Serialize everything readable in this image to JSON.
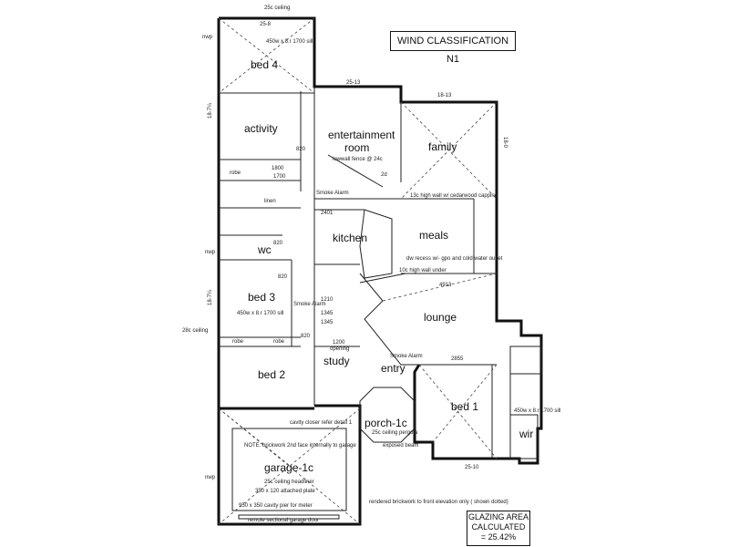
{
  "wind_classification": "WIND CLASSIFICATION N1",
  "glazing": {
    "line1": "GLAZING AREA",
    "line2": "CALCULATED",
    "line3": "= 25.42%"
  },
  "rooms": {
    "bed4": "bed 4",
    "activity": "activity",
    "entertainment_1": "entertainment",
    "entertainment_2": "room",
    "family": "family",
    "kitchen": "kitchen",
    "meals": "meals",
    "bed3": "bed 3",
    "wc": "wc",
    "lounge": "lounge",
    "study": "study",
    "entry": "entry",
    "bed2": "bed 2",
    "bed1": "bed 1",
    "porch": "porch-1c",
    "garage": "garage-1c",
    "wir": "wir"
  },
  "dimensions": {
    "top_bed4": "25-8",
    "ceiling_top": "25c ceiling",
    "ent_top": "25-13",
    "family_top": "18-13",
    "right_side": "18-0",
    "bottom_bed1": "25-10",
    "lounge_dim": "4913",
    "lounge_bottom": "2855",
    "study_dim": "1200",
    "dim_1345a": "1345",
    "dim_1345b": "1345",
    "dim_1210": "1210",
    "dim_2401": "2401",
    "dim_820a": "820",
    "dim_820b": "820",
    "dim_820c": "820",
    "dim_820d": "820",
    "left_side_a": "18-7¼",
    "left_side_b": "18-7¼",
    "ceiling_left": "28c ceiling",
    "nwp_top_left": "nwp",
    "nwp_mid": "nwp",
    "nwp_garage": "nwp",
    "wall_ent": "lowwall fence @ 24c",
    "wall_meals": "13c high wall w/ cedarwood capping",
    "wall_meals2": "10c high wall under",
    "dw_note": "dw recess w/- gpo and cold water outlet",
    "note_bed4": "450w x 8.r 1700 sill",
    "note_bed3": "450w x 8.r 1700 sill",
    "note_bed1": "450w x 8.r 1700 sill",
    "smoke_1": "Smoke Alarm",
    "smoke_2": "Smoke Alarm",
    "smoke_3": "Smoke Alarm",
    "garage_note": "NOTE: brickwork 2nd face internally to garage",
    "garage_ceiling": "25c ceiling headliner",
    "garage_plate": "350 x 120 attached plate",
    "garage_cavity": "950 x 350 cavity pier for meter",
    "garage_door": "remote sectional garage door",
    "cavity_note": "cavity closer refer detail 1",
    "porch_note": "25c ceiling pergola",
    "exposed_beam": "exposed beam",
    "render_note": "rendered brickwork to front elevation only ( shown dotted)",
    "robe": "robe",
    "robe2": "robe",
    "robe3": "robe",
    "opening": "opening",
    "linen": "linen",
    "dim_1800": "1800",
    "dim_1700": "1700",
    "dim_2d": "2d"
  }
}
